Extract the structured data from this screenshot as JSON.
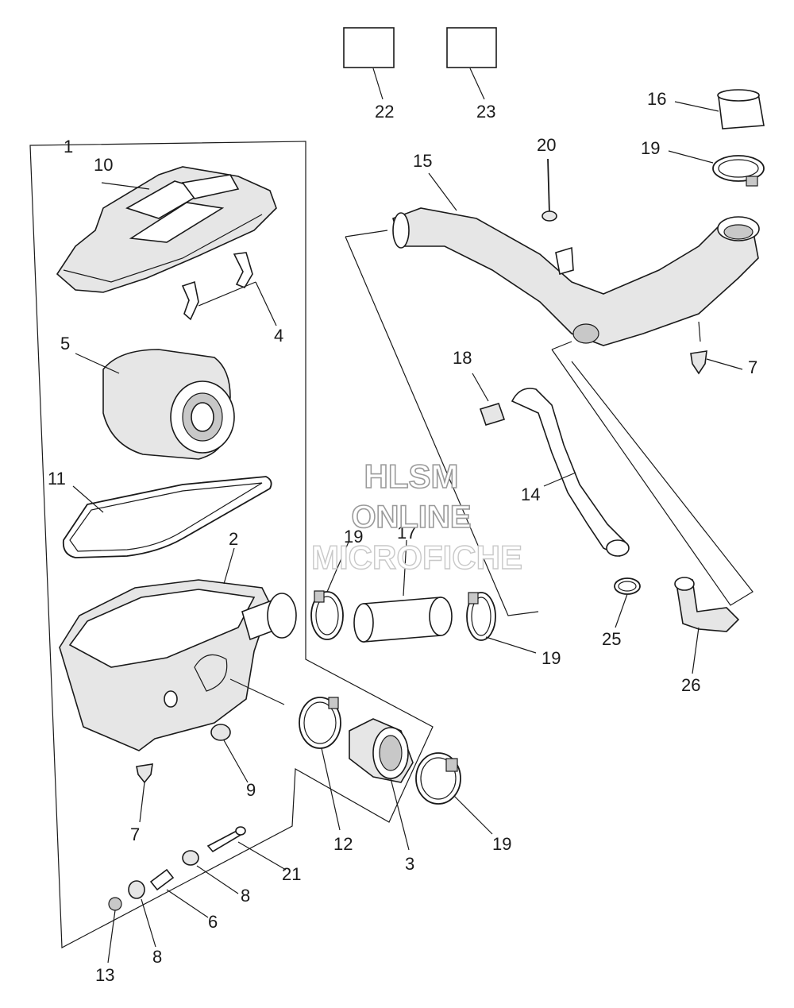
{
  "labels": {
    "n1": "1",
    "n2": "2",
    "n3": "3",
    "n4": "4",
    "n5": "5",
    "n6": "6",
    "n7a": "7",
    "n7b": "7",
    "n8a": "8",
    "n8b": "8",
    "n9": "9",
    "n10": "10",
    "n11": "11",
    "n12": "12",
    "n13": "13",
    "n14": "14",
    "n15": "15",
    "n16": "16",
    "n17": "17",
    "n18": "18",
    "n19a": "19",
    "n19b": "19",
    "n19c": "19",
    "n19d": "19",
    "n20": "20",
    "n21": "21",
    "n22": "22",
    "n23": "23",
    "n25": "25",
    "n26": "26"
  },
  "watermark": {
    "line1": "HLSM",
    "line2": "ONLINE",
    "line3": "MICROFICHE"
  }
}
